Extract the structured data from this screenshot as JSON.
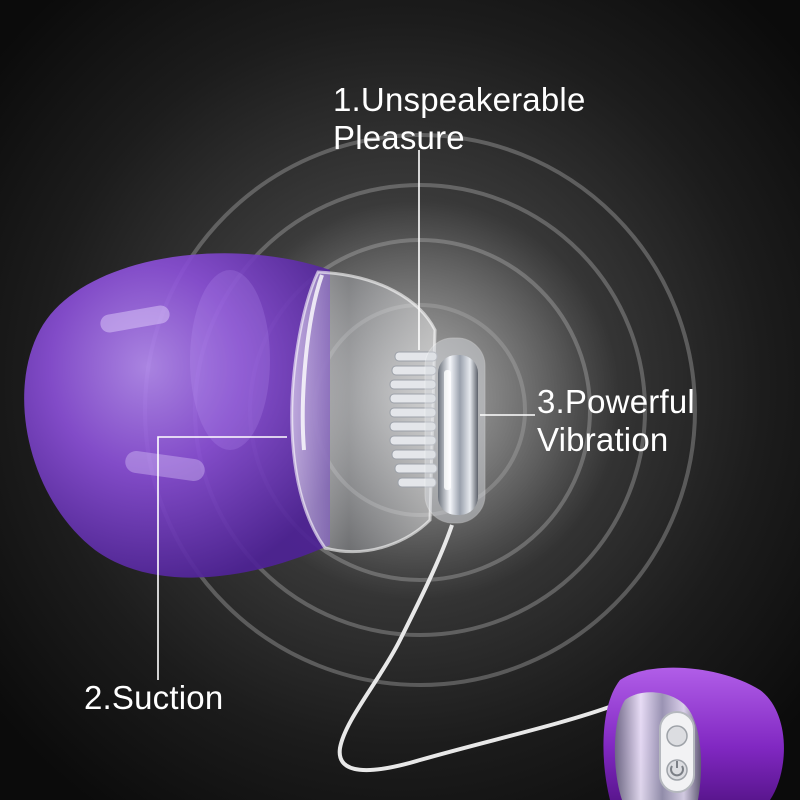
{
  "callouts": [
    {
      "id": "1",
      "lines": [
        "1.Unspeakerable",
        "Pleasure"
      ]
    },
    {
      "id": "2",
      "lines": [
        "2.Suction"
      ]
    },
    {
      "id": "3",
      "lines": [
        "3.Powerful",
        "Vibration"
      ]
    }
  ],
  "colors": {
    "background": "#111111",
    "vignette_center": "#5a5a5a",
    "product_purple": "#8a4fd6",
    "remote_purple": "#8e2fc9",
    "chrome": "#c9ced6",
    "label_text": "#ffffff"
  },
  "remote": {
    "button_icon": "power-icon"
  }
}
